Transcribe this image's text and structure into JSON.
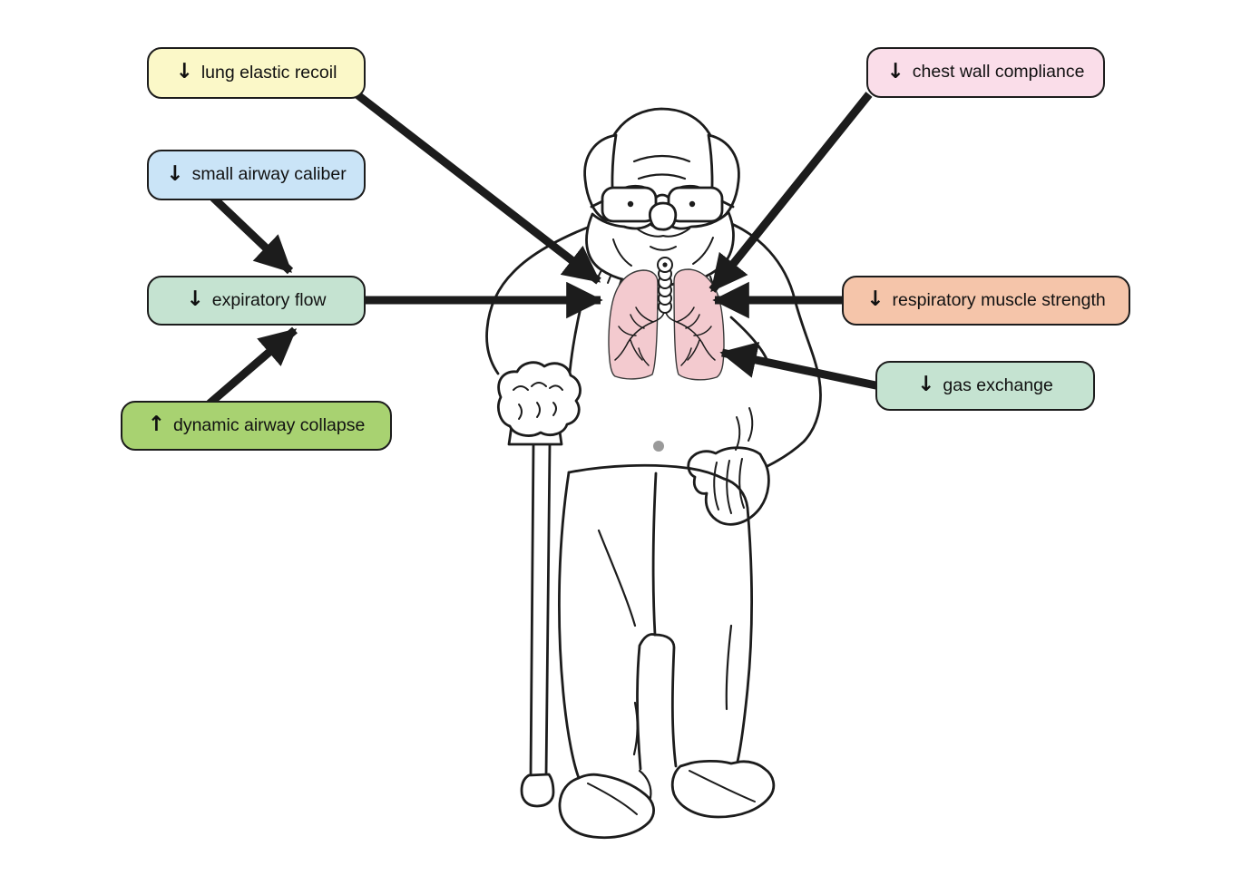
{
  "illustration": {
    "figure": "elderly-man-with-cane",
    "organ": "lungs",
    "lung_color": "#f3cacf",
    "outline_color": "#1c1c1c",
    "navel_color": "#9a9a9a",
    "arrow_color": "#1c1c1c",
    "background": "#ffffff"
  },
  "labels": [
    {
      "id": "lung-elastic-recoil",
      "direction": "↓",
      "text": "lung elastic recoil",
      "bg": "#fbf8c8"
    },
    {
      "id": "small-airway-caliber",
      "direction": "↓",
      "text": "small airway caliber",
      "bg": "#cae4f7"
    },
    {
      "id": "expiratory-flow",
      "direction": "↓",
      "text": "expiratory flow",
      "bg": "#c5e3d1"
    },
    {
      "id": "dynamic-airway-collapse",
      "direction": "↑",
      "text": "dynamic airway collapse",
      "bg": "#a8d271"
    },
    {
      "id": "chest-wall-compliance",
      "direction": "↓",
      "text": "chest wall compliance",
      "bg": "#fadde9"
    },
    {
      "id": "respiratory-muscle-strength",
      "direction": "↓",
      "text": "respiratory muscle strength",
      "bg": "#f5c5aa"
    },
    {
      "id": "gas-exchange",
      "direction": "↓",
      "text": "gas exchange",
      "bg": "#c5e3d1"
    }
  ],
  "arrows": [
    {
      "from": "lung-elastic-recoil",
      "to": "lungs"
    },
    {
      "from": "small-airway-caliber",
      "to": "expiratory-flow"
    },
    {
      "from": "expiratory-flow",
      "to": "lungs"
    },
    {
      "from": "dynamic-airway-collapse",
      "to": "expiratory-flow"
    },
    {
      "from": "chest-wall-compliance",
      "to": "lungs"
    },
    {
      "from": "respiratory-muscle-strength",
      "to": "lungs"
    },
    {
      "from": "gas-exchange",
      "to": "lungs"
    }
  ]
}
